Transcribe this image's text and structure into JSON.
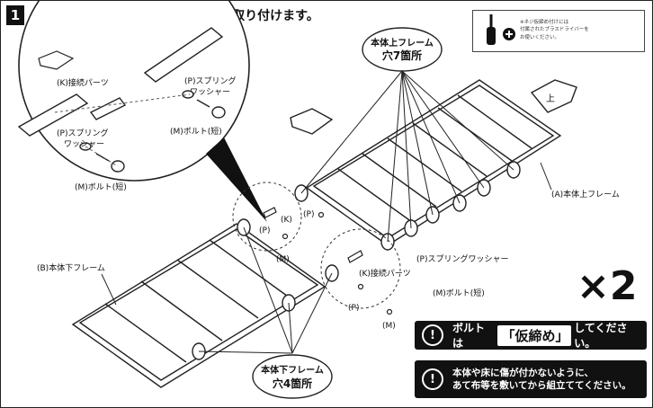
{
  "step": {
    "number": "1",
    "title": "本体上フレームに本体下フレームを取り付けます。"
  },
  "labels": {
    "k_connect": "(K)接続パーツ",
    "p_spring": "(P)スプリング",
    "washer": "ワッシャー",
    "m_bolt_short": "(M)ボルト(短)",
    "k": "(K)",
    "p": "(P)",
    "m": "(M)",
    "a_upper": "(A)本体上フレーム",
    "b_lower": "(B)本体下フレーム",
    "p_spring_washer": "(P)スプリングワッシャー",
    "upper_holes_1": "本体上フレーム",
    "upper_holes_2": "穴7箇所",
    "lower_holes_1": "本体下フレーム",
    "lower_holes_2": "穴4箇所",
    "up": "上"
  },
  "screw_note": "※ネジ仮締め付けには\n付属されたプラスドライバーを\nお使いください。",
  "multiplier": "×2",
  "notes": {
    "note1_prefix": "ボルトは",
    "note1_highlight": "「仮締め」",
    "note1_suffix": "してください。",
    "note2_line1": "本体や床に傷が付かないように、",
    "note2_line2": "あて布等を敷いてから組立ててください。"
  }
}
